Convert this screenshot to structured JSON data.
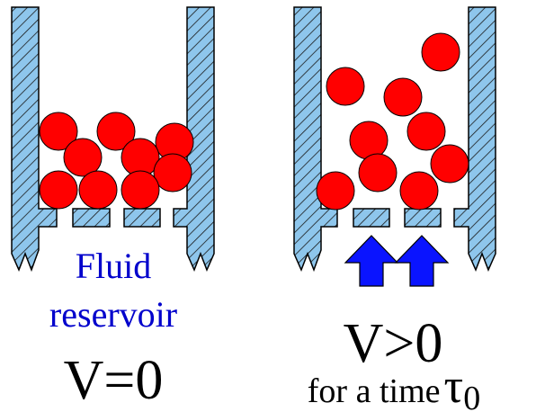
{
  "colors": {
    "wall_fill": "#8ec6ec",
    "wall_hatch": "#1a1a1a",
    "particle": "#ff0000",
    "arrow": "#0a14ff",
    "label_blue": "#0000cc",
    "text": "#000000"
  },
  "left_panel": {
    "caption_line1": "Fluid",
    "caption_line2": "reservoir",
    "velocity_label": "V=0"
  },
  "right_panel": {
    "velocity_label": "V>0",
    "time_label": "for a time",
    "tau_symbol": "τ",
    "tau_subscript": "0"
  }
}
